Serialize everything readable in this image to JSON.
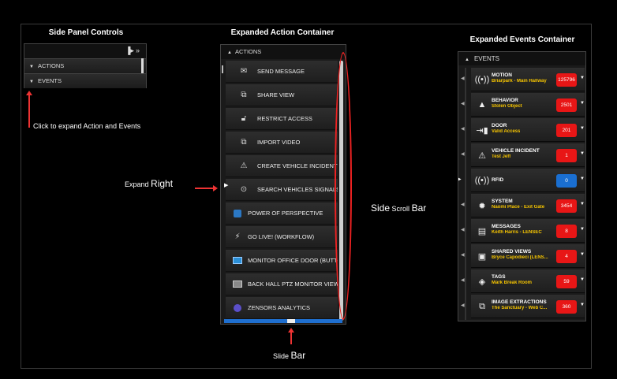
{
  "headings": {
    "side_panel": "Side Panel Controls",
    "action_container": "Expanded Action Container",
    "events_container": "Expanded Events Container"
  },
  "side_panel": {
    "controls": [
      "▐▸",
      "»"
    ],
    "rows": [
      {
        "label": "ACTIONS"
      },
      {
        "label": "EVENTS"
      }
    ]
  },
  "annotations": {
    "click_expand": "Click to expand Action and Events",
    "expand_right_prefix": "Expand",
    "expand_right_big": "Right",
    "side_scroll_prefix": "Side",
    "side_scroll_small": "Scroll",
    "side_scroll_big": "Bar",
    "slide_bar_prefix": "Slide",
    "slide_bar_big": "Bar"
  },
  "actions": {
    "header": "ACTIONS",
    "items": [
      {
        "label": "SEND MESSAGE",
        "icon": "envelope-icon"
      },
      {
        "label": "SHARE VIEW",
        "icon": "windows-icon"
      },
      {
        "label": "RESTRICT ACCESS",
        "icon": "lock-icon"
      },
      {
        "label": "IMPORT VIDEO",
        "icon": "windows-icon"
      },
      {
        "label": "CREATE VEHICLE INCIDENT",
        "icon": "vehicle-incident-icon"
      },
      {
        "label": "SEARCH VEHICLES SIGNALS",
        "icon": "vehicle-search-icon"
      },
      {
        "label": "POWER OF PERSPECTIVE",
        "icon": "perspective-icon"
      },
      {
        "label": "GO LIVE! (WORKFLOW)",
        "icon": "lightning-icon"
      },
      {
        "label": "MONITOR OFFICE DOOR (BUTTO",
        "icon": "monitor-icon"
      },
      {
        "label": "BACK HALL PTZ MONITOR VIEW",
        "icon": "camera-view-icon"
      },
      {
        "label": "ZENSORS ANALYTICS",
        "icon": "analytics-icon"
      }
    ]
  },
  "events": {
    "header": "EVENTS",
    "items": [
      {
        "title": "MOTION",
        "subtitle": "Briarpark - Main Hallway",
        "count": "125796",
        "badge_color": "#e81616",
        "icon": "motion-icon"
      },
      {
        "title": "BEHAVIOR",
        "subtitle": "Stolen Object",
        "count": "2501",
        "badge_color": "#e81616",
        "icon": "warning-icon"
      },
      {
        "title": "DOOR",
        "subtitle": "Valid Access",
        "count": "201",
        "badge_color": "#e81616",
        "icon": "door-icon"
      },
      {
        "title": "VEHICLE INCIDENT",
        "subtitle": "Test Jeff",
        "count": "1",
        "badge_color": "#e81616",
        "icon": "vehicle-incident-icon"
      },
      {
        "title": "RFID",
        "subtitle": "",
        "count": "0",
        "badge_color": "#1a6fd1",
        "icon": "rfid-icon"
      },
      {
        "title": "SYSTEM",
        "subtitle": "Naomi Place - Exit Gate",
        "count": "3454",
        "badge_color": "#e81616",
        "icon": "gear-alert-icon"
      },
      {
        "title": "MESSAGES",
        "subtitle": "Keith Harris - LENSEC",
        "count": "8",
        "badge_color": "#e81616",
        "icon": "message-icon"
      },
      {
        "title": "SHARED VIEWS",
        "subtitle": "Bryce Capodieci (LENS...",
        "count": "4",
        "badge_color": "#e81616",
        "icon": "shared-view-icon"
      },
      {
        "title": "TAGS",
        "subtitle": "Mark Break Room",
        "count": "59",
        "badge_color": "#e81616",
        "icon": "tag-icon"
      },
      {
        "title": "IMAGE EXTRACTIONS",
        "subtitle": "The Sanctuary - Web C...",
        "count": "360",
        "badge_color": "#e81616",
        "icon": "image-extract-icon"
      }
    ]
  }
}
